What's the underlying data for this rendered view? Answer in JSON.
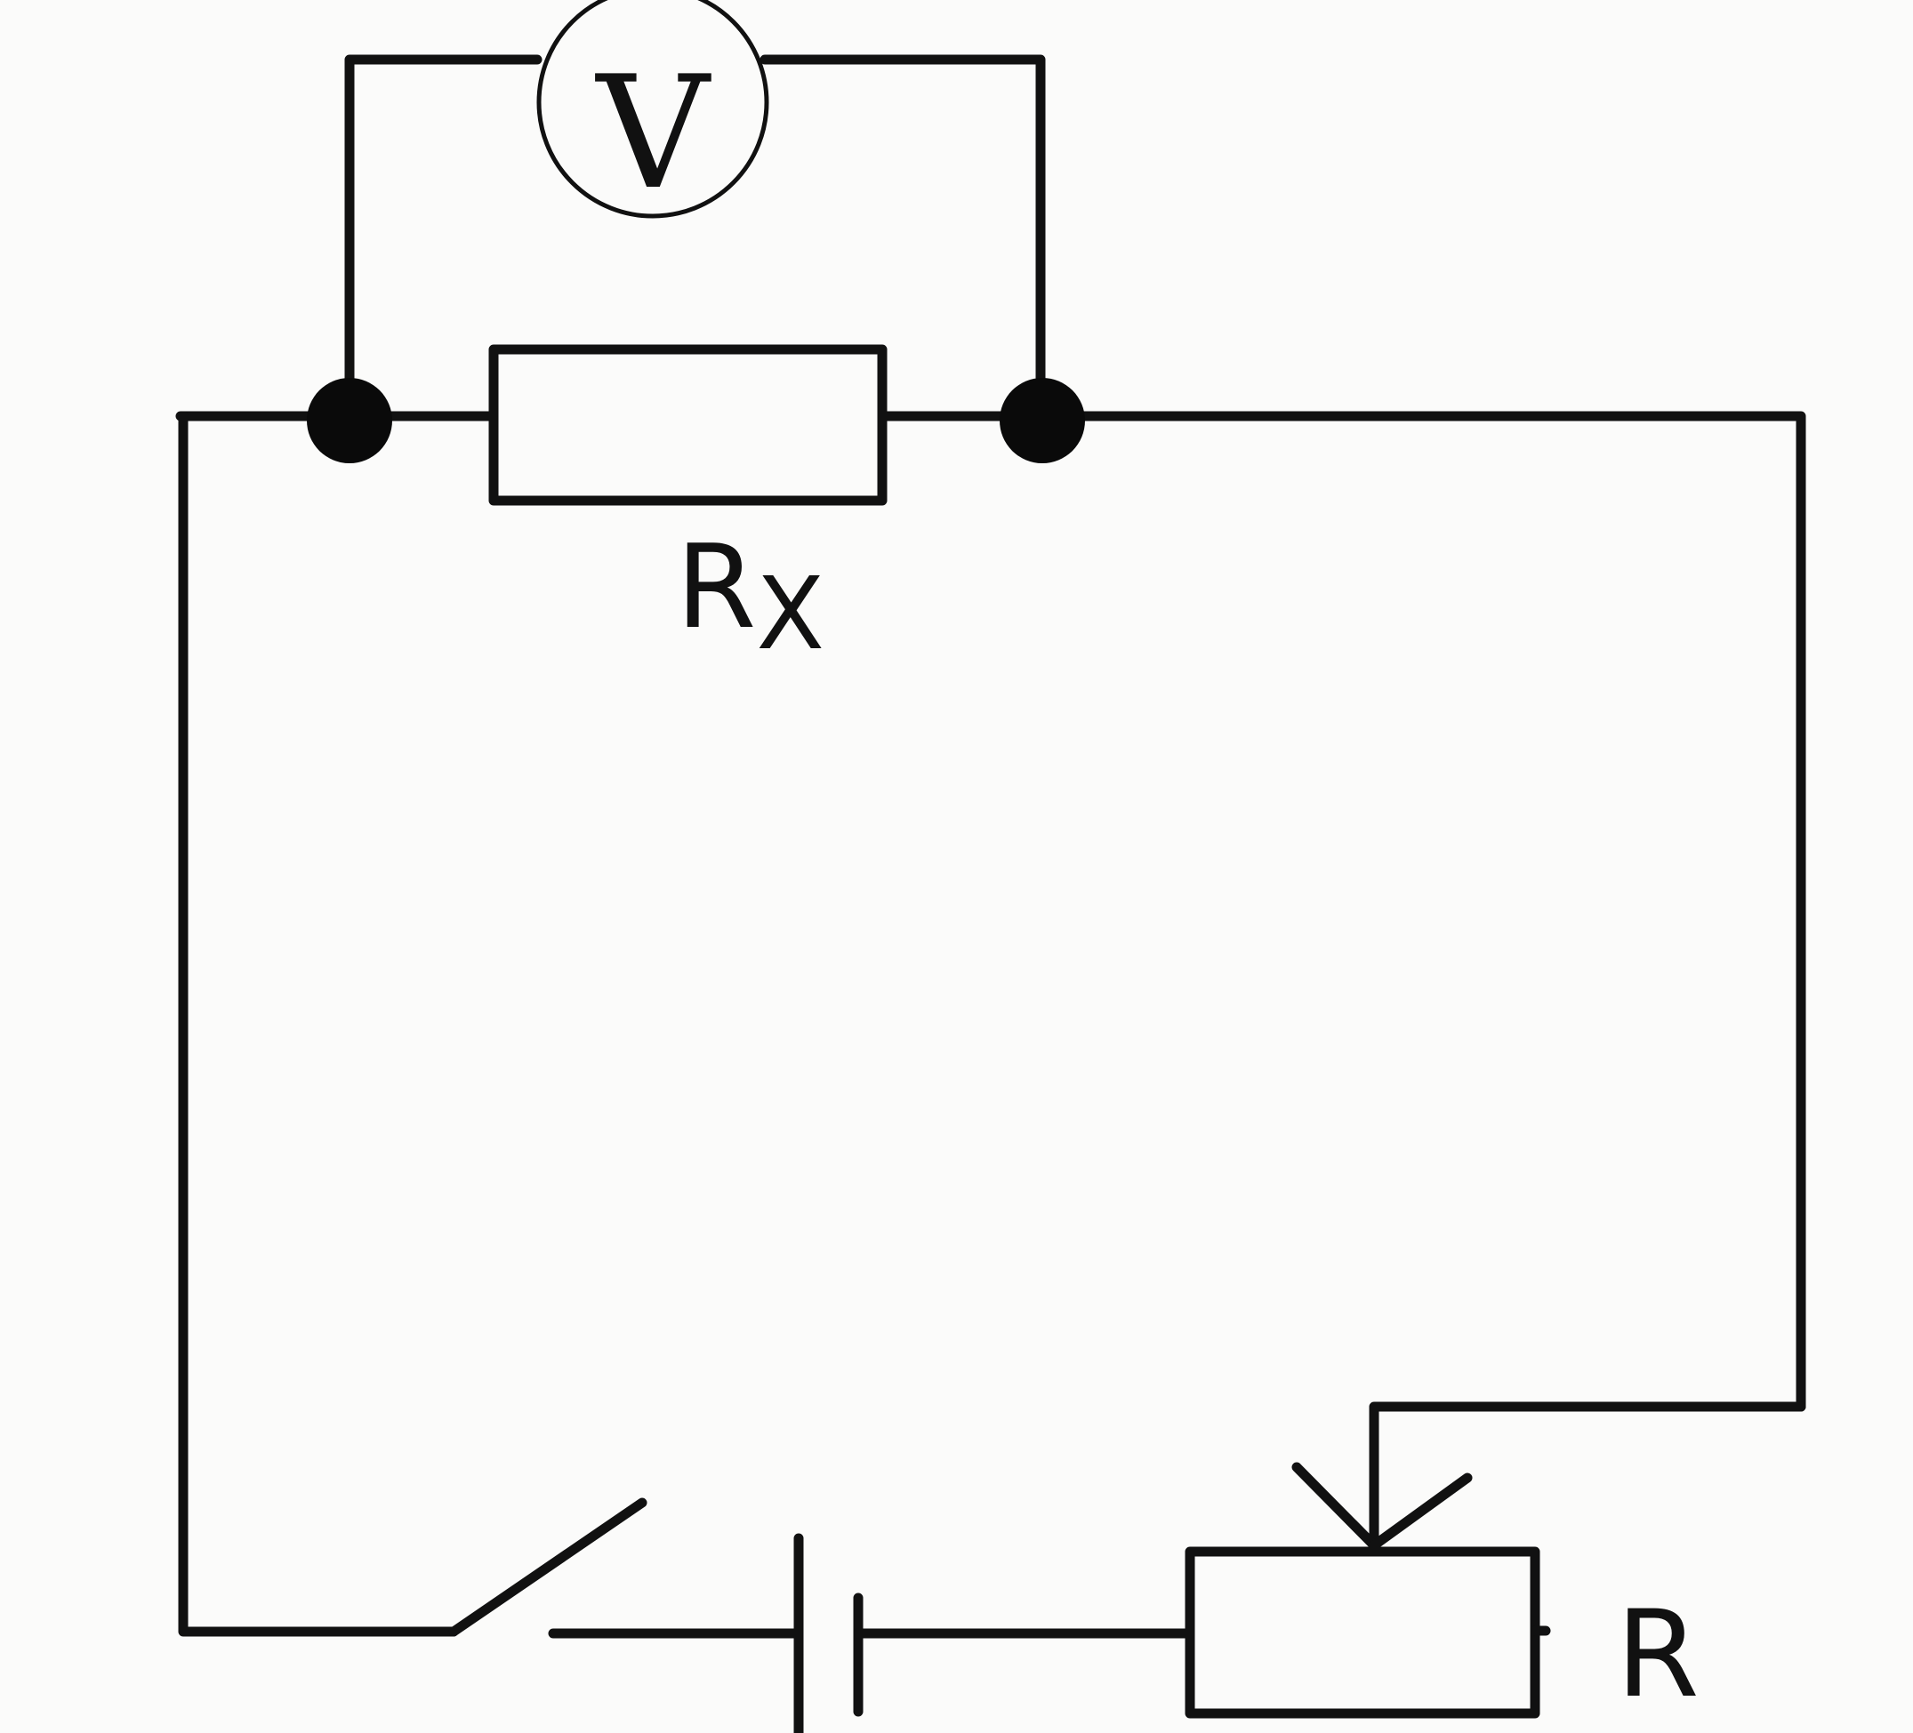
{
  "diagram": {
    "voltmeter": {
      "symbol": "V"
    },
    "resistor": {
      "label_main": "R",
      "label_sub": "X"
    },
    "rheostat": {
      "label": "R"
    }
  }
}
